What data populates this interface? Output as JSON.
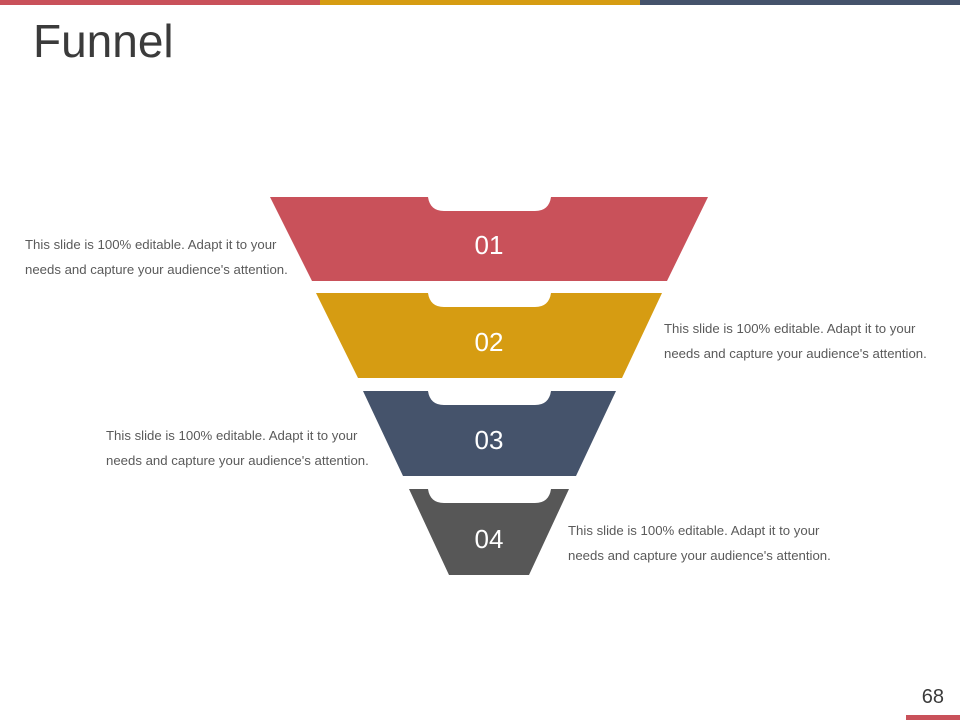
{
  "title": "Funnel",
  "colors": {
    "top_bar": [
      "#c9515a",
      "#d69c12",
      "#45536b"
    ],
    "stages": [
      "#c9515a",
      "#d69c12",
      "#45536b",
      "#575757"
    ]
  },
  "stages": [
    {
      "number": "01",
      "text_line1": "This slide is 100% editable. Adapt it to your",
      "text_line2": "needs and capture your audience's attention."
    },
    {
      "number": "02",
      "text_line1": "This slide is 100% editable. Adapt it to your",
      "text_line2": "needs and capture your audience's attention."
    },
    {
      "number": "03",
      "text_line1": "This slide is 100% editable. Adapt it to your",
      "text_line2": "needs and capture your audience's attention."
    },
    {
      "number": "04",
      "text_line1": "This slide is 100% editable. Adapt it to your",
      "text_line2": "needs and capture your audience's attention."
    }
  ],
  "page_number": "68"
}
